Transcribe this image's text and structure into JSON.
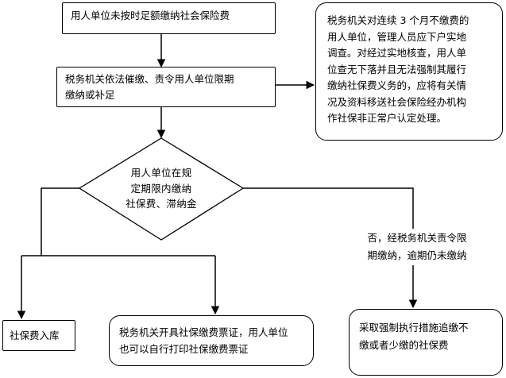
{
  "flowchart": {
    "start": "用人单位未按时足额缴纳社会保险费",
    "tax_action": [
      "税务机关依法催缴、责令用人单位限期",
      "缴纳或补足"
    ],
    "side_note": [
      "税务机关对连续 3 个月不缴费的",
      "用人单位，管理人员应下户实地",
      "调查。对经过实地核查，用人单",
      "位查无下落并且无法强制其履行",
      "缴纳社保费义务的，应将有关情",
      "况及资料移送社会保险经办机构",
      "作社保非正常户认定处理。"
    ],
    "decision": [
      "用人单位在规",
      "定期限内缴纳",
      "社保费、滞纳金"
    ],
    "no_branch": [
      "否，经税务机关责令限",
      "期缴纳，逾期仍未缴纳"
    ],
    "outcome_storage": "社保费入库",
    "outcome_receipt": [
      "税务机关开具社保缴费票证，用人单位",
      "也可以自行打印社保缴费票证"
    ],
    "outcome_enforce": [
      "采取强制执行措施追缴不",
      "缴或者少缴的社保费"
    ]
  }
}
